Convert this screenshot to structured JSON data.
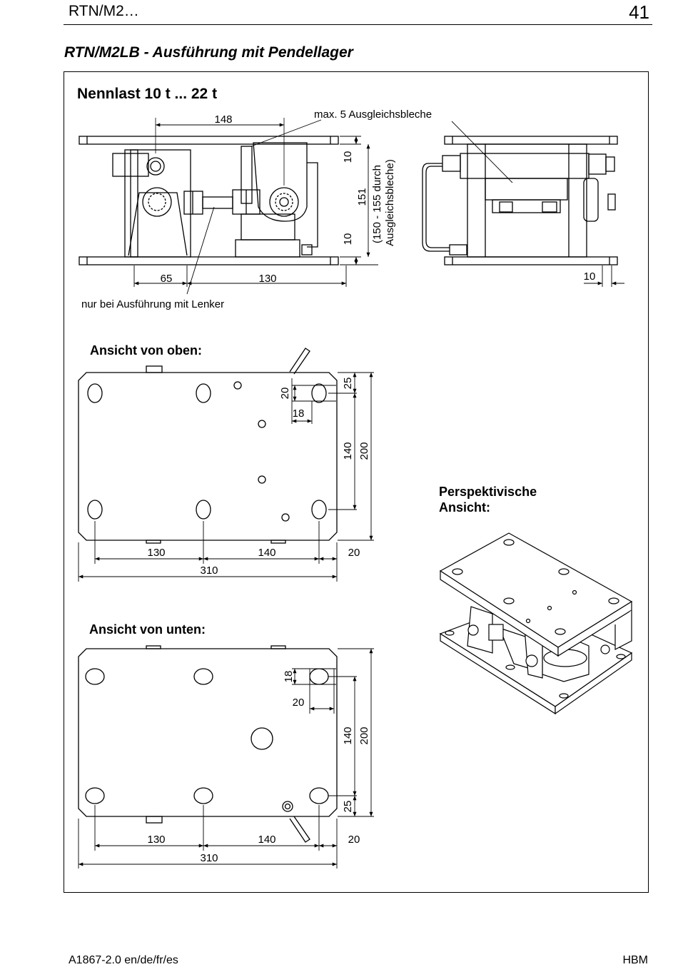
{
  "header": {
    "left": "RTN/M2…",
    "page_number": "41"
  },
  "section_title": "RTN/M2LB - Ausführung mit Pendellager",
  "panel": {
    "title": "Nennlast 10 t ... 22 t",
    "side_view": {
      "dim_top": "148",
      "note_shims": "max. 5 Ausgleichsbleche",
      "dim_upper_plate": "10",
      "dim_lower_plate": "10",
      "dim_height": "151",
      "dim_height_note_1": "(150 - 155 durch",
      "dim_height_note_2": "Ausgleichsbleche)",
      "dim_left": "65",
      "dim_mid": "130",
      "note_link": "nur bei Ausführung mit Lenker"
    },
    "front_view": {
      "dim_right": "10"
    },
    "top_view": {
      "heading": "Ansicht von oben:",
      "dim_20": "20",
      "dim_25": "25",
      "dim_18": "18",
      "dim_140v": "140",
      "dim_200": "200",
      "dim_130": "130",
      "dim_140": "140",
      "dim_20b": "20",
      "dim_310": "310"
    },
    "perspective": {
      "heading_1": "Perspektivische",
      "heading_2": "Ansicht:"
    },
    "bottom_view": {
      "heading": "Ansicht von unten:",
      "dim_18": "18",
      "dim_20": "20",
      "dim_140v": "140",
      "dim_200": "200",
      "dim_25": "25",
      "dim_130": "130",
      "dim_140": "140",
      "dim_20b": "20",
      "dim_310": "310"
    }
  },
  "footer": {
    "left": "A1867-2.0 en/de/fr/es",
    "right": "HBM"
  }
}
